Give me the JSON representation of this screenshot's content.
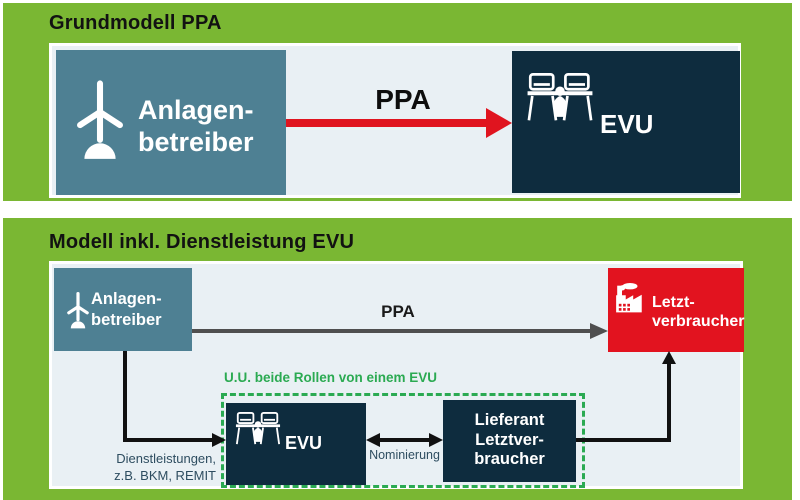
{
  "colors": {
    "panel_green": "#7ab733",
    "canvas_light": "#e9f0f4",
    "teal_box": "#4e8093",
    "navy_box": "#0e2c3e",
    "red_box": "#e2131f",
    "accent_green": "#2baa52",
    "arrow_red": "#e0141f",
    "arrow_gray": "#4f4f4f",
    "arrow_black": "#111111",
    "small_label_text": "#2e4d60"
  },
  "icons": {
    "producer": "wind-turbine-icon",
    "evu": "trading-desk-icon",
    "end_consumer": "factory-icon"
  },
  "top_panel": {
    "title": "Grundmodell PPA",
    "producer": {
      "line1": "Anlagen-",
      "line2": "betreiber"
    },
    "ppa_arrow_label": "PPA",
    "evu": {
      "label": "EVU"
    }
  },
  "bottom_panel": {
    "title": "Modell inkl. Dienstleistung EVU",
    "producer": {
      "line1": "Anlagen-",
      "line2": "betreiber"
    },
    "ppa_arrow_label": "PPA",
    "end_consumer": {
      "line1": "Letzt-",
      "line2": "verbraucher"
    },
    "dashed_group_label": "U.U. beide Rollen von einem EVU",
    "evu": {
      "label": "EVU"
    },
    "supplier": {
      "line1": "Lieferant",
      "line2": "Letztver-",
      "line3": "braucher"
    },
    "nomination_label": "Nominierung",
    "services_label": {
      "line1": "Dienstleistungen,",
      "line2": "z.B. BKM, REMIT"
    }
  }
}
